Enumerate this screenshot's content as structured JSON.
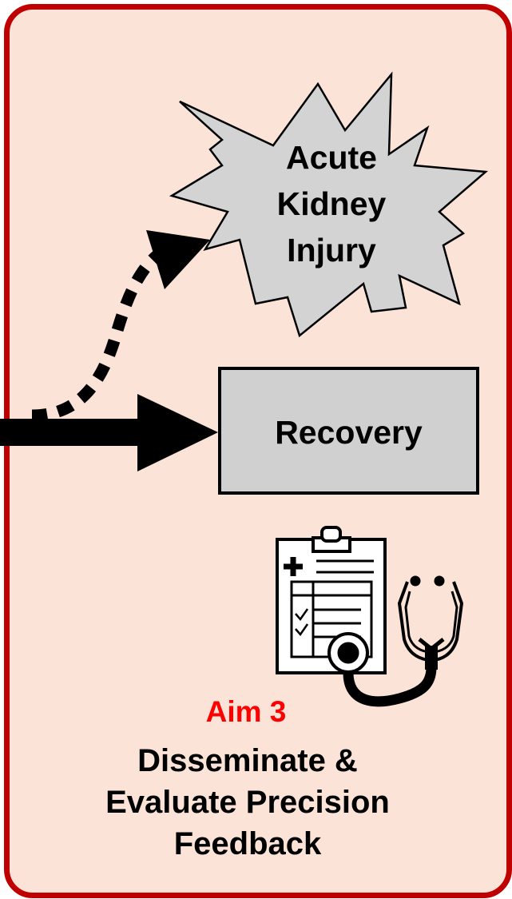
{
  "diagram": {
    "outcome_aki": {
      "lines": [
        "Acute",
        "Kidney",
        "Injury"
      ]
    },
    "outcome_recovery": {
      "label": "Recovery"
    },
    "aim": {
      "title": "Aim 3",
      "title_color": "#ff0000",
      "description_lines": [
        "Disseminate &",
        "Evaluate Precision",
        "Feedback"
      ]
    },
    "colors": {
      "border": "#c00000",
      "panel_fill": "#fbe4d7",
      "starburst_fill": "#d3d3d3",
      "recovery_fill": "#d0d0d0"
    },
    "icons": [
      "clipboard-checklist-icon",
      "stethoscope-icon"
    ]
  }
}
